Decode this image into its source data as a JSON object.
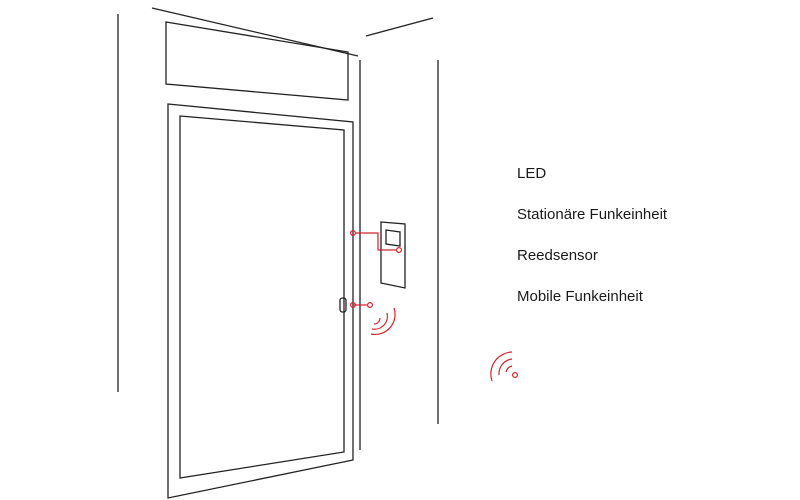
{
  "legend": {
    "items": [
      {
        "label": "LED"
      },
      {
        "label": "Stationäre Funkeinheit"
      },
      {
        "label": "Reedsensor"
      },
      {
        "label": "Mobile Funkeinheit"
      }
    ]
  },
  "colors": {
    "line": "#222222",
    "accent": "#d4242b",
    "text": "#1a1a1a"
  },
  "icons": {
    "signal": "wireless-signal-icon"
  }
}
